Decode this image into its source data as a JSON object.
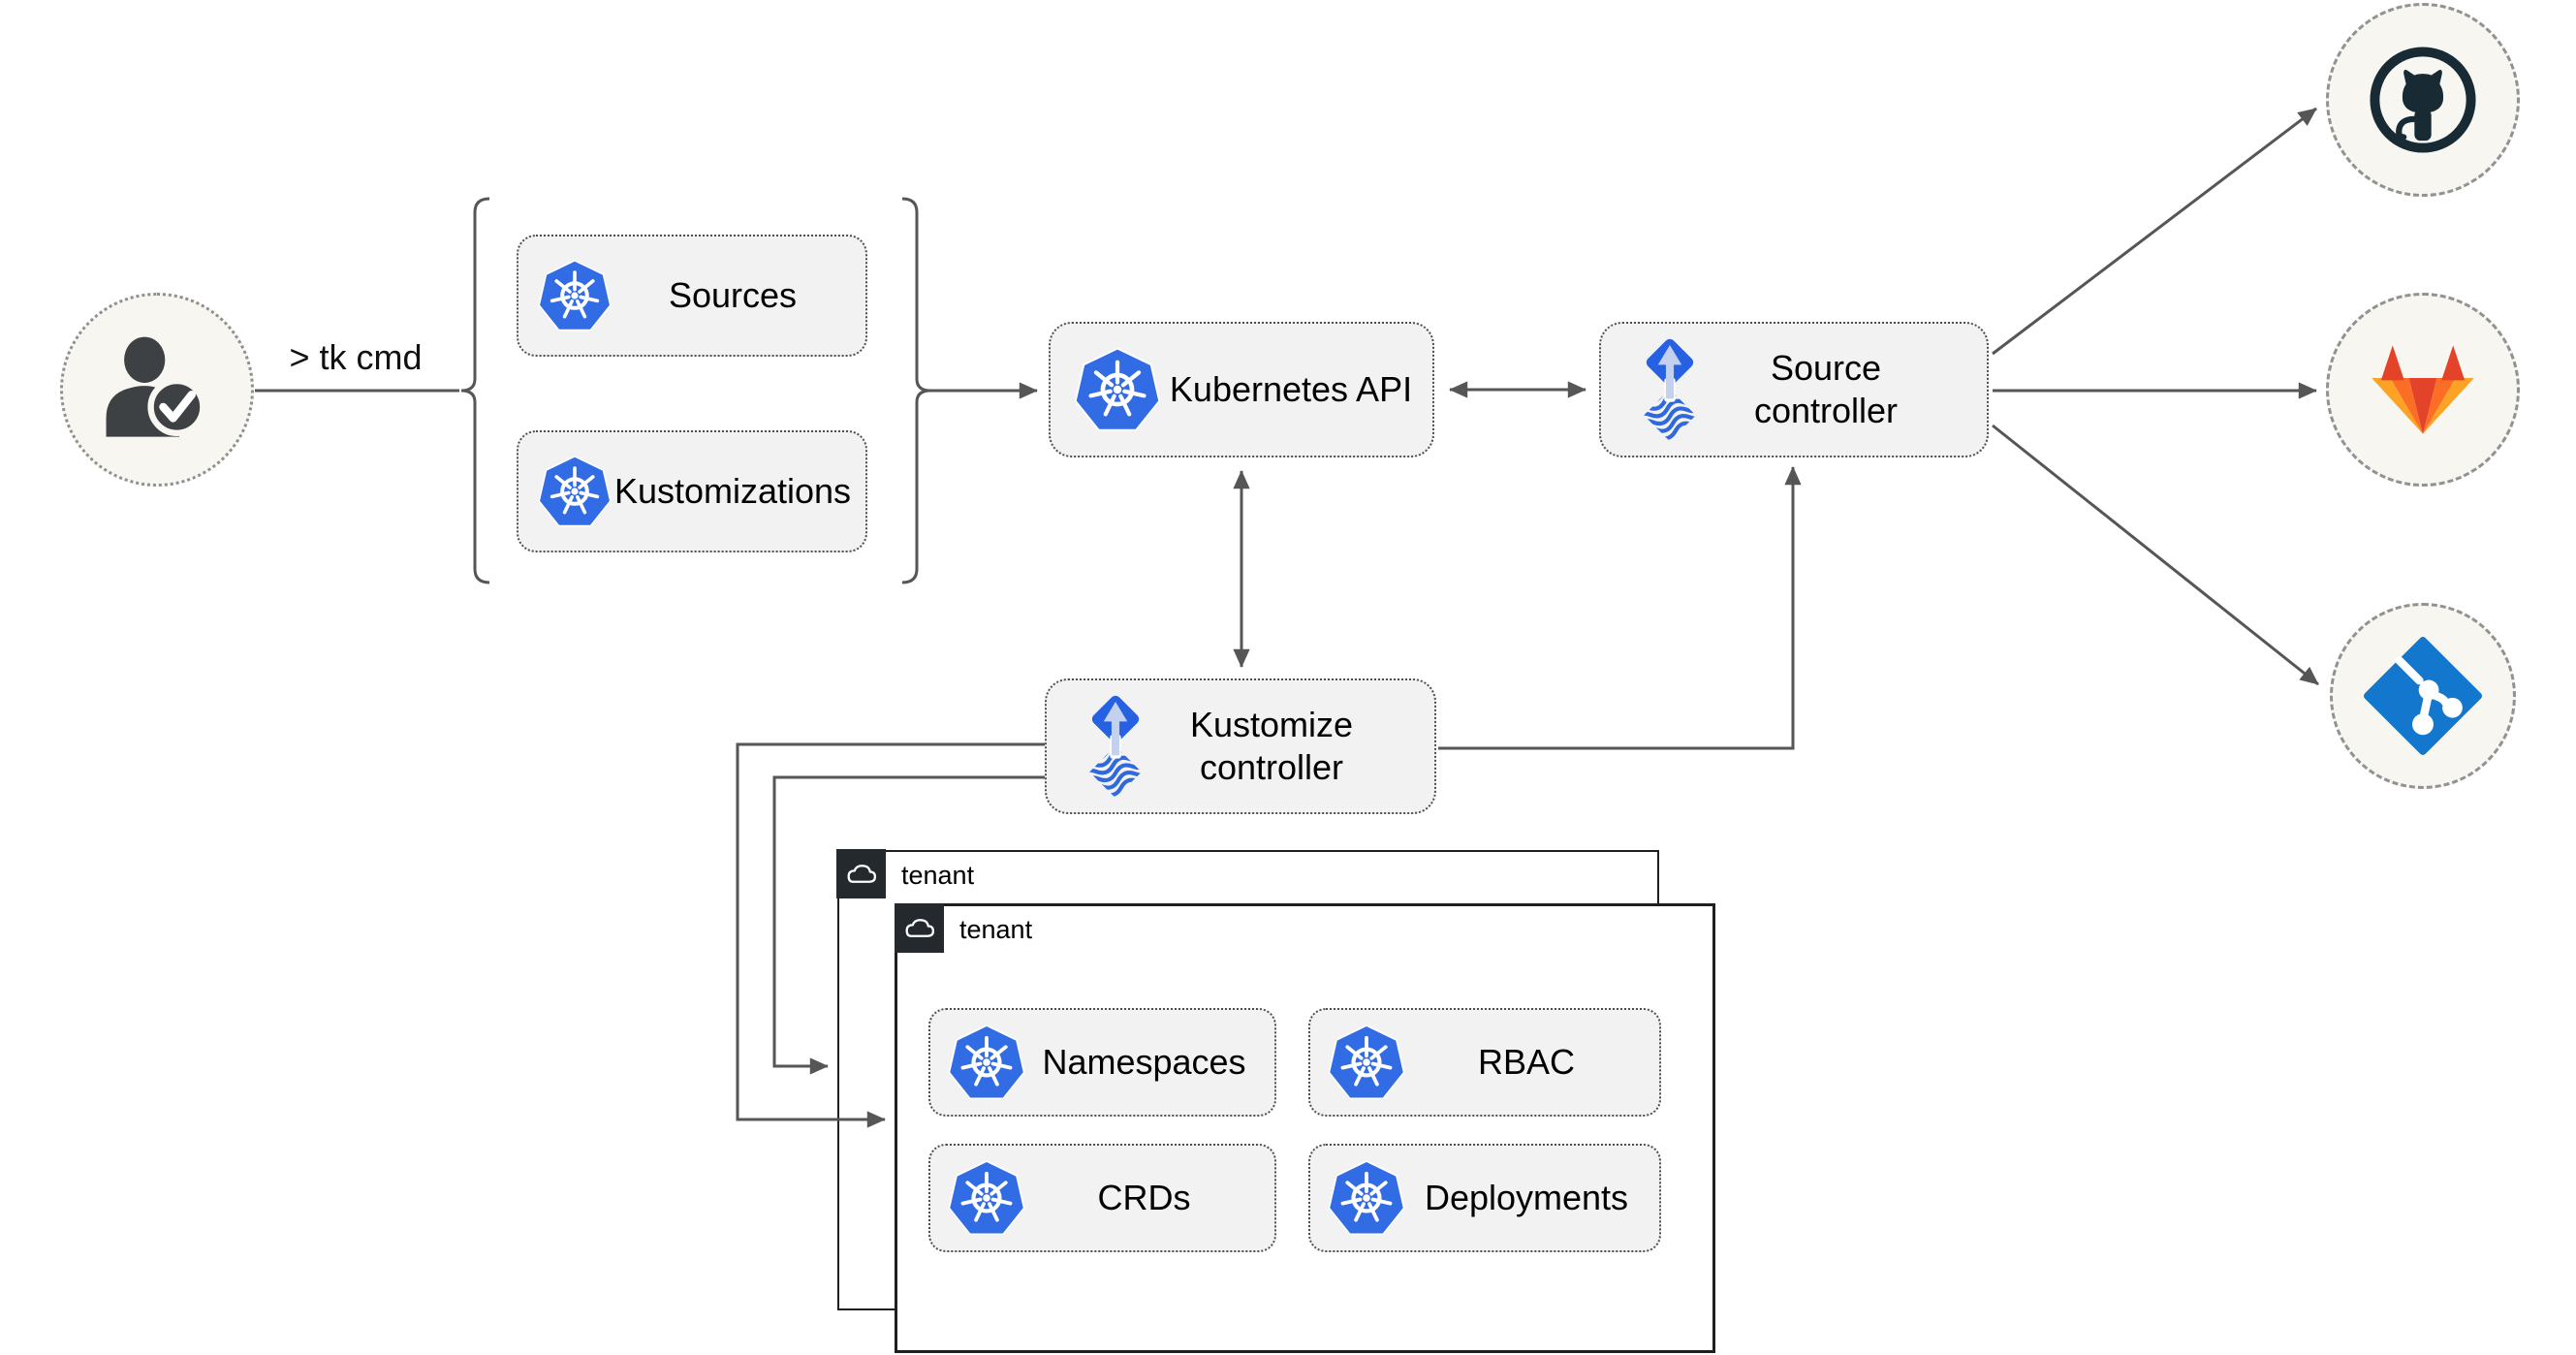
{
  "diagram": {
    "user": {
      "icon": "user-check-icon",
      "cli_label": "> tk cmd"
    },
    "crd_group": {
      "sources": {
        "label": "Sources",
        "icon": "kubernetes-icon"
      },
      "kustomizations": {
        "label": "Kustomizations",
        "icon": "kubernetes-icon"
      }
    },
    "nodes": {
      "kubernetes_api": {
        "label": "Kubernetes API",
        "icon": "kubernetes-icon"
      },
      "source_controller": {
        "label": "Source controller",
        "icon": "flux-icon"
      },
      "kustomize_controller": {
        "label": "Kustomize controller",
        "icon": "flux-icon"
      }
    },
    "git_providers": [
      {
        "name": "github",
        "icon": "github-octocat-icon"
      },
      {
        "name": "gitlab",
        "icon": "gitlab-tanuki-icon"
      },
      {
        "name": "git",
        "icon": "git-branch-icon"
      }
    ],
    "tenants": {
      "back": {
        "label": "tenant",
        "icon": "cloud-icon"
      },
      "front": {
        "label": "tenant",
        "icon": "cloud-icon",
        "resources": [
          {
            "label": "Namespaces",
            "icon": "kubernetes-icon"
          },
          {
            "label": "RBAC",
            "icon": "kubernetes-icon"
          },
          {
            "label": "CRDs",
            "icon": "kubernetes-icon"
          },
          {
            "label": "Deployments",
            "icon": "kubernetes-icon"
          }
        ]
      }
    },
    "colors": {
      "kubernetes_blue": "#326ce5",
      "flux_blue": "#2761e3",
      "flux_arrow_light": "#c3d0ee",
      "github_dark": "#182b34",
      "gitlab_red": "#e24329",
      "gitlab_orange": "#fc6d26",
      "gitlab_light_orange": "#fca326",
      "git_blue": "#1277cd",
      "node_fill": "#f2f2f2",
      "circle_fill": "#f8f6f1",
      "connector_gray": "#565656",
      "tenant_header_bg": "#24292e"
    }
  }
}
